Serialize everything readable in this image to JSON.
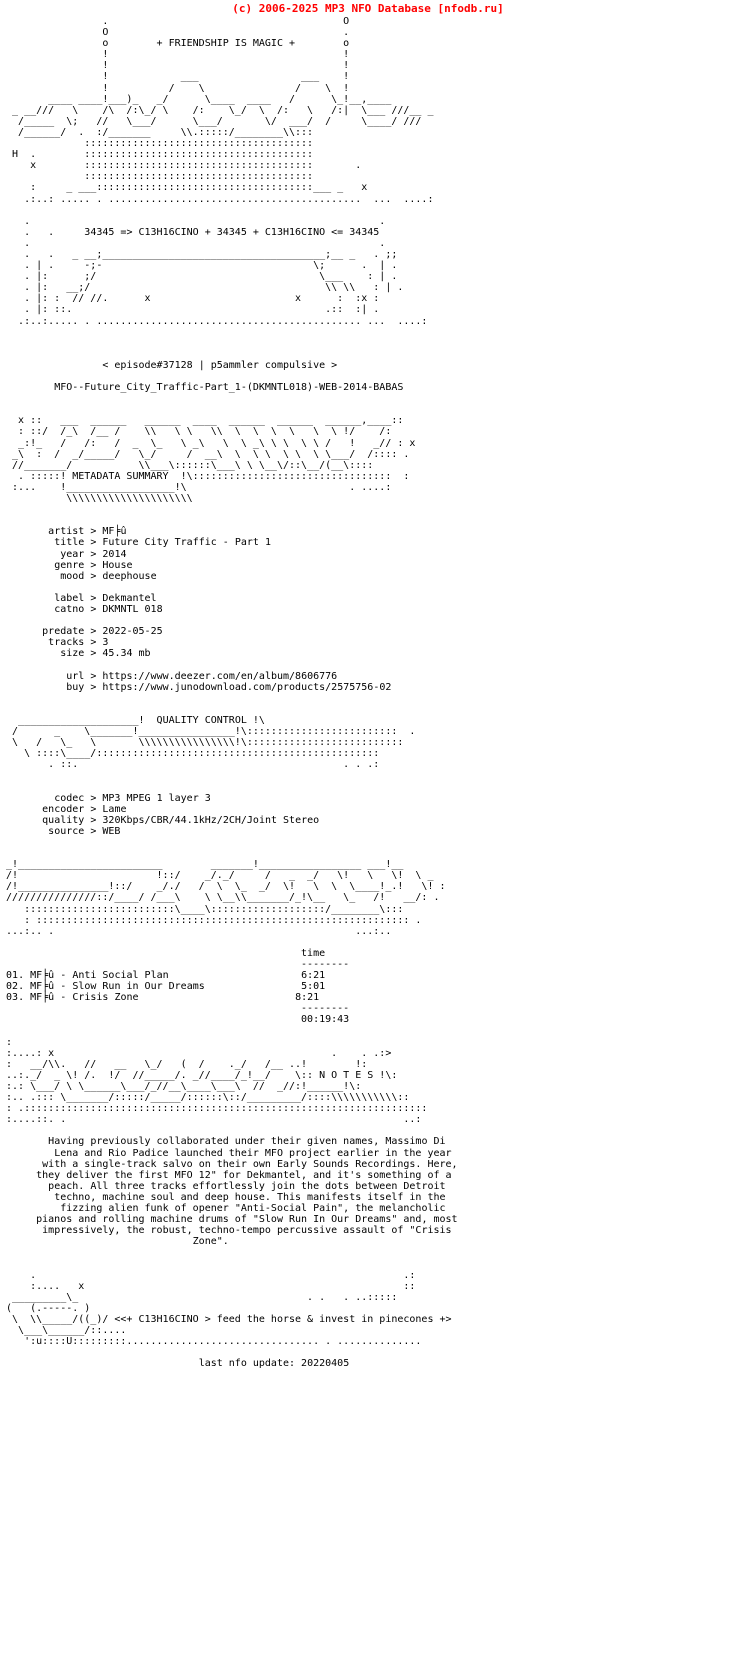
{
  "site": {
    "copyright_line": "(c) 2006-2025 MP3 NFO Database [nfodb.ru]",
    "copyright_color": "#ff0000"
  },
  "header": {
    "tagline": "+ FRIENDSHIP IS MAGIC +",
    "formula_line": "34345 => C13H16CINO + 34345 + C13H16CINO <= 34345",
    "episode_line": "< episode#37128 | p5ammler compulsive >",
    "release_name": "MFO--Future_City_Traffic-Part_1-(DKMNTL018)-WEB-2014-BABAS"
  },
  "sections": {
    "metadata_banner": "METADATA SUMMARY",
    "quality_banner": "QUALITY CONTROL",
    "tracks_banner": "T R A C K S",
    "notes_banner": "N O T E S"
  },
  "metadata": {
    "fields": [
      {
        "label": "artist",
        "sep": ">",
        "value": "MF╞û"
      },
      {
        "label": "title",
        "sep": ">",
        "value": "Future City Traffic - Part 1"
      },
      {
        "label": "year",
        "sep": ">",
        "value": "2014"
      },
      {
        "label": "genre",
        "sep": ">",
        "value": "House"
      },
      {
        "label": "mood",
        "sep": ">",
        "value": "deephouse"
      }
    ],
    "label_fields": [
      {
        "label": "label",
        "sep": ">",
        "value": "Dekmantel"
      },
      {
        "label": "catno",
        "sep": ">",
        "value": "DKMNTL 018"
      }
    ],
    "release_fields": [
      {
        "label": "predate",
        "sep": ">",
        "value": "2022-05-25"
      },
      {
        "label": "tracks",
        "sep": ">",
        "value": "3"
      },
      {
        "label": "size",
        "sep": ">",
        "value": "45.34 mb"
      }
    ],
    "link_fields": [
      {
        "label": "url",
        "sep": ">",
        "value": "https://www.deezer.com/en/album/8606776"
      },
      {
        "label": "buy",
        "sep": ">",
        "value": "https://www.junodownload.com/products/2575756-02"
      }
    ]
  },
  "quality": {
    "fields": [
      {
        "label": "codec",
        "sep": ">",
        "value": "MP3 MPEG 1 layer 3"
      },
      {
        "label": "encoder",
        "sep": ">",
        "value": "Lame"
      },
      {
        "label": "quality",
        "sep": ">",
        "value": "320Kbps/CBR/44.1kHz/2CH/Joint Stereo"
      },
      {
        "label": "source",
        "sep": ">",
        "value": "WEB"
      }
    ]
  },
  "tracks": {
    "time_header": "time",
    "items": [
      {
        "num": "01.",
        "artist": "MF╞û",
        "dash": "-",
        "title": "Anti Social Plan",
        "time": "6:21"
      },
      {
        "num": "02.",
        "artist": "MF╞û",
        "dash": "-",
        "title": "Slow Run in Our Dreams",
        "time": "5:01"
      },
      {
        "num": "03.",
        "artist": "MF╞û",
        "dash": "-",
        "title": "Crisis Zone",
        "time": "8:21"
      }
    ],
    "total_time": "00:19:43"
  },
  "notes": {
    "text_lines": [
      "Having previously collaborated under their given names, Massimo Di",
      "Lena and Rio Padice launched their MFO project earlier in the year",
      "with a single-track salvo on their own Early Sounds Recordings. Here,",
      "they deliver the first MFO 12\" for Dekmantel, and it's something of a",
      "peach. All three tracks effortlessly join the dots between Detroit",
      "techno, machine soul and deep house. This manifests itself in the",
      "fizzing alien funk of opener \"Anti-Social Pain\", the melancholic",
      "pianos and rolling machine drums of \"Slow Run In Our Dreams\" and, most",
      "impressively, the robust, techno-tempo percussive assault of \"Crisis",
      "Zone\"."
    ]
  },
  "footer": {
    "slogan": "<<+ C13H16CINO > feed the horse & invest in pinecones +>",
    "last_update_label": "last nfo update:",
    "last_update_value": "20220405"
  },
  "ascii": {
    "header_art": "                  .                                          O\n                  O                                          .\n                  o                 + FRIENDSHIP IS MAGIC +  o\n                  |                                          |\n                  !            ___                   ___     !\n                  |          /   \\                 /   \\     |\n       ____  ____/|____)__ /   _  \\ ____  _____)_/  _  \\ __,_/|__ ____\n  _ ___///  \\      \\  /:    //   \\   \\  /:   \\    //   \\   ;  \\     ///___ _\n    /______  \\;    //   \\__/  \\___/:    \\____/:    \\___/    \\______/ ///\n   /_________/ .  :/________     \\\\.::::/________\\\\::::              \n              ::::::::::::::::::::::::::::::::::::::::::::::::\n  H           ::::::::::::::::::::::::::::::::::::::::::::::::\n     x        ::::::::::::::::::::::::::::::::::::::::::::::::\n     :      _ ___::::::::::::::::::::::::::::::::::::::::____ _",
    "mid_art": "    .                                                          .\n    .   .     34345 => C13H16CINO + 34345 + C13H16CINO <= 34345\n    .                                                          .\n    .   .   _ ___;_______________________________________;___ _   . ;;\n    . |.      -;-                                      \\;       . | .\n    . |:      ;/                                        \\___     :| .\n    . |:   __;/                                      .\\\\ \\\\      :| .\n    . |: :  // //.      x                              x    :  :x :\n    . |: ::.                                            .::  :| .",
    "footer_art": "      .                                                       .:\n      :.....    x                                             ::\n   ____________\\_                                . .   . ..:::::\n  (   (.-----. )\n   \\   \\\\_____/((_)/\n    \\___\\______/::....\n     ':u::::U::::::::........................ . ..............."
  }
}
